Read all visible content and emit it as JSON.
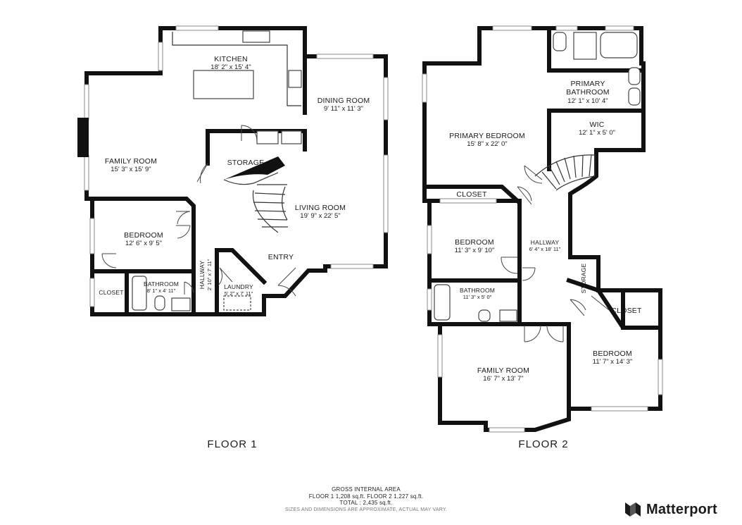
{
  "floors": [
    {
      "label": "FLOOR 1",
      "rooms": [
        {
          "name": "KITCHEN",
          "dims": "18' 2\" x 15' 4\""
        },
        {
          "name": "DINING ROOM",
          "dims": "9' 11\" x 11' 3\""
        },
        {
          "name": "FAMILY ROOM",
          "dims": "15' 3\" x 15' 9\""
        },
        {
          "name": "STORAGE",
          "dims": ""
        },
        {
          "name": "LIVING ROOM",
          "dims": "19' 9\" x 22' 5\""
        },
        {
          "name": "BEDROOM",
          "dims": "12' 6\" x 9' 5\""
        },
        {
          "name": "ENTRY",
          "dims": ""
        },
        {
          "name": "CLOSET",
          "dims": ""
        },
        {
          "name": "BATHROOM",
          "dims": "8' 1\" x 4' 11\""
        },
        {
          "name": "HALLWAY",
          "dims": "2' 10\" x 7' 11\""
        },
        {
          "name": "LAUNDRY",
          "dims": "5' 2\" x 7' 11\""
        }
      ]
    },
    {
      "label": "FLOOR 2",
      "rooms": [
        {
          "name": "PRIMARY BEDROOM",
          "dims": "15' 8\" x 22' 0\""
        },
        {
          "name": "PRIMARY",
          "name2": "BATHROOM",
          "dims": "12' 1\" x 10' 4\""
        },
        {
          "name": "WIC",
          "dims": "12' 1\" x 5' 0\""
        },
        {
          "name": "CLOSET",
          "dims": ""
        },
        {
          "name": "BEDROOM",
          "dims": "11' 3\" x 9' 10\""
        },
        {
          "name": "HALLWAY",
          "dims": "6' 4\" x 18' 11\""
        },
        {
          "name": "STORAGE",
          "dims": ""
        },
        {
          "name": "BATHROOM",
          "dims": "11' 3\" x 5' 0\""
        },
        {
          "name": "CLOSET",
          "dims": ""
        },
        {
          "name": "FAMILY ROOM",
          "dims": "16' 7\" x 13' 7\""
        },
        {
          "name": "BEDROOM",
          "dims": "11' 7\" x 14' 3\""
        }
      ]
    }
  ],
  "footer": {
    "title": "GROSS INTERNAL AREA",
    "floor_areas": "FLOOR 1 1,208 sq.ft.   FLOOR 2 1,227 sq.ft.",
    "total": "TOTAL :  2,435 sq.ft.",
    "note": "SIZES AND DIMENSIONS ARE APPROXIMATE, ACTUAL MAY VARY."
  },
  "brand": {
    "name": "Matterport",
    "icon": "matterport-logo-icon"
  }
}
